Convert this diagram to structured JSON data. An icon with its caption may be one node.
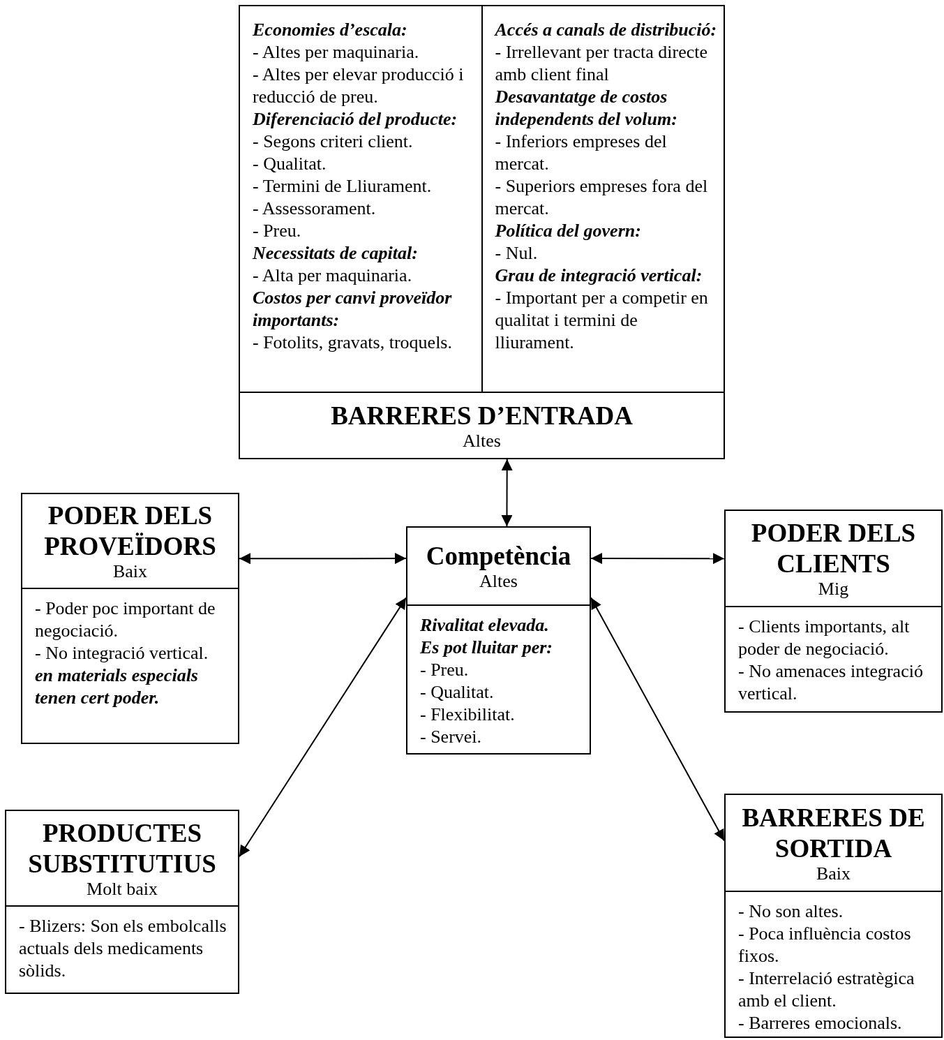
{
  "diagram": {
    "nodes": [
      {
        "text": [
          "BARRERES D’ENTRADA",
          "Altes"
        ]
      },
      {
        "text": [
          "Economies d’escala:",
          "- Altes per maquinaria.",
          "- Altes per elevar producció i reducció de preu.",
          "Diferenciació del producte:",
          "- Segons criteri client.",
          "- Qualitat.",
          "- Termini de Lliurament.",
          "- Assessorament.",
          "- Preu.",
          "Necessitats de capital:",
          "- Alta per maquinaria.",
          "Costos per canvi proveïdor importants:",
          "- Fotolits, gravats, troquels."
        ],
        "in": 0
      },
      {
        "text": [
          "Accés a canals de distribució:",
          "- Irrellevant per tracta directe amb client final",
          "Desavantatge de costos independents del volum:",
          "- Inferiors empreses del mercat.",
          "- Superiors empreses fora del mercat.",
          "Política del govern:",
          "- Nul.",
          "Grau de integració vertical:",
          "- Important per a competir en qualitat i termini de lliurament."
        ],
        "in": 0
      },
      {
        "text": [
          "PODER DELS PROVEÏDORS",
          "Baix"
        ]
      },
      {
        "text": [
          "- Poder poc important de negociació.",
          "- No integració vertical.",
          "en materials especials tenen cert poder."
        ],
        "in": 3
      },
      {
        "text": [
          "Competència",
          "Altes"
        ]
      },
      {
        "text": [
          "Rivalitat elevada.",
          "Es pot lluitar per:",
          "- Preu.",
          "- Qualitat.",
          "- Flexibilitat.",
          "- Servei."
        ],
        "in": 5
      },
      {
        "text": [
          "PODER DELS CLIENTS",
          "Mig"
        ]
      },
      {
        "text": [
          "- Clients importants, alt poder de negociació.",
          "- No amenaces integració vertical."
        ],
        "in": 7
      },
      {
        "text": [
          "PRODUCTES SUBSTITUTIUS",
          "Molt baix"
        ]
      },
      {
        "text": [
          "- Blizers: Son els embolcalls actuals dels medicaments sòlids."
        ],
        "in": 9
      },
      {
        "text": [
          "BARRERES DE SORTIDA",
          "Baix"
        ]
      },
      {
        "text": [
          "- No son altes.",
          "- Poca influència costos fixos.",
          "- Interrelació estratègica amb el client.",
          "- Barreres emocionals."
        ],
        "in": 11
      }
    ],
    "edges": [
      {
        "from": 0,
        "to": 5,
        "arrow": "both"
      },
      {
        "from": 3,
        "to": 5,
        "arrow": "both"
      },
      {
        "from": 5,
        "to": 7,
        "arrow": "both"
      },
      {
        "from": 5,
        "to": 9,
        "arrow": "both"
      },
      {
        "from": 5,
        "to": 11,
        "arrow": "both"
      }
    ]
  }
}
